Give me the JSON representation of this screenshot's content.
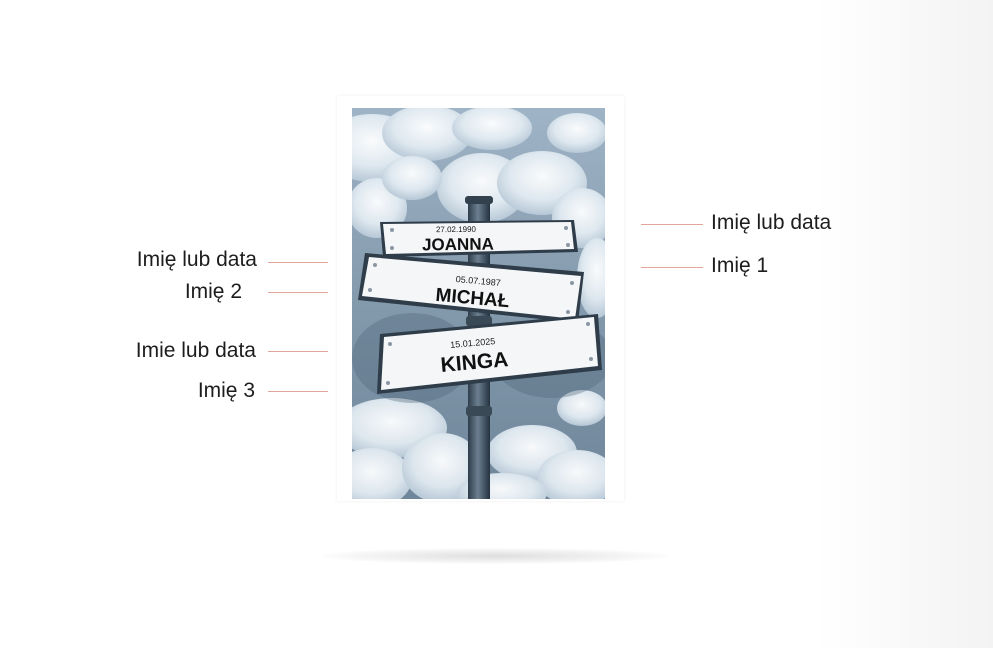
{
  "colors": {
    "leader_line": "#e2a59a",
    "label_text": "#1d1d1d",
    "sky_dark": "#7f95a8",
    "sign_face": "#f4f6f7"
  },
  "poster": {
    "signs": [
      {
        "date": "27.02.1990",
        "name": "JOANNA"
      },
      {
        "date": "05.07.1987",
        "name": "MICHAŁ"
      },
      {
        "date": "15.01.2025",
        "name": "KINGA"
      }
    ]
  },
  "annotations": {
    "left": [
      "Imię lub data",
      "Imię 2",
      "Imie lub data",
      "Imię 3"
    ],
    "right": [
      "Imię lub data",
      "Imię 1"
    ]
  }
}
